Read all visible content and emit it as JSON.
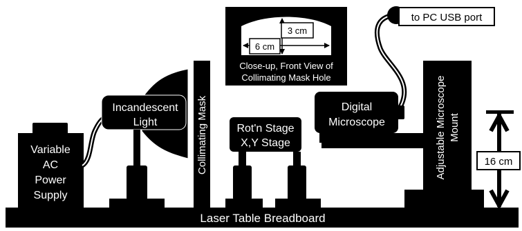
{
  "breadboard": {
    "label": "Laser Table Breadboard"
  },
  "power_supply": {
    "lines": [
      "Variable",
      "AC",
      "Power",
      "Supply"
    ]
  },
  "light": {
    "lines": [
      "Incandescent",
      "Light"
    ]
  },
  "mask": {
    "label": "Collimating Mask"
  },
  "stage": {
    "lines": [
      "Rot'n Stage",
      "X,Y Stage"
    ]
  },
  "closeup": {
    "height_label": "3 cm",
    "width_label": "6 cm",
    "caption_lines": [
      "Close-up, Front View of",
      "Collimating Mask Hole"
    ]
  },
  "microscope": {
    "lines": [
      "Digital",
      "Microscope"
    ]
  },
  "usb": {
    "label": "to PC USB port"
  },
  "mount": {
    "lines": [
      "Adjustable Microscope",
      "Mount"
    ]
  },
  "height_marker": {
    "label": "16 cm"
  },
  "colors": {
    "foreground": "#000000",
    "background": "#ffffff"
  }
}
